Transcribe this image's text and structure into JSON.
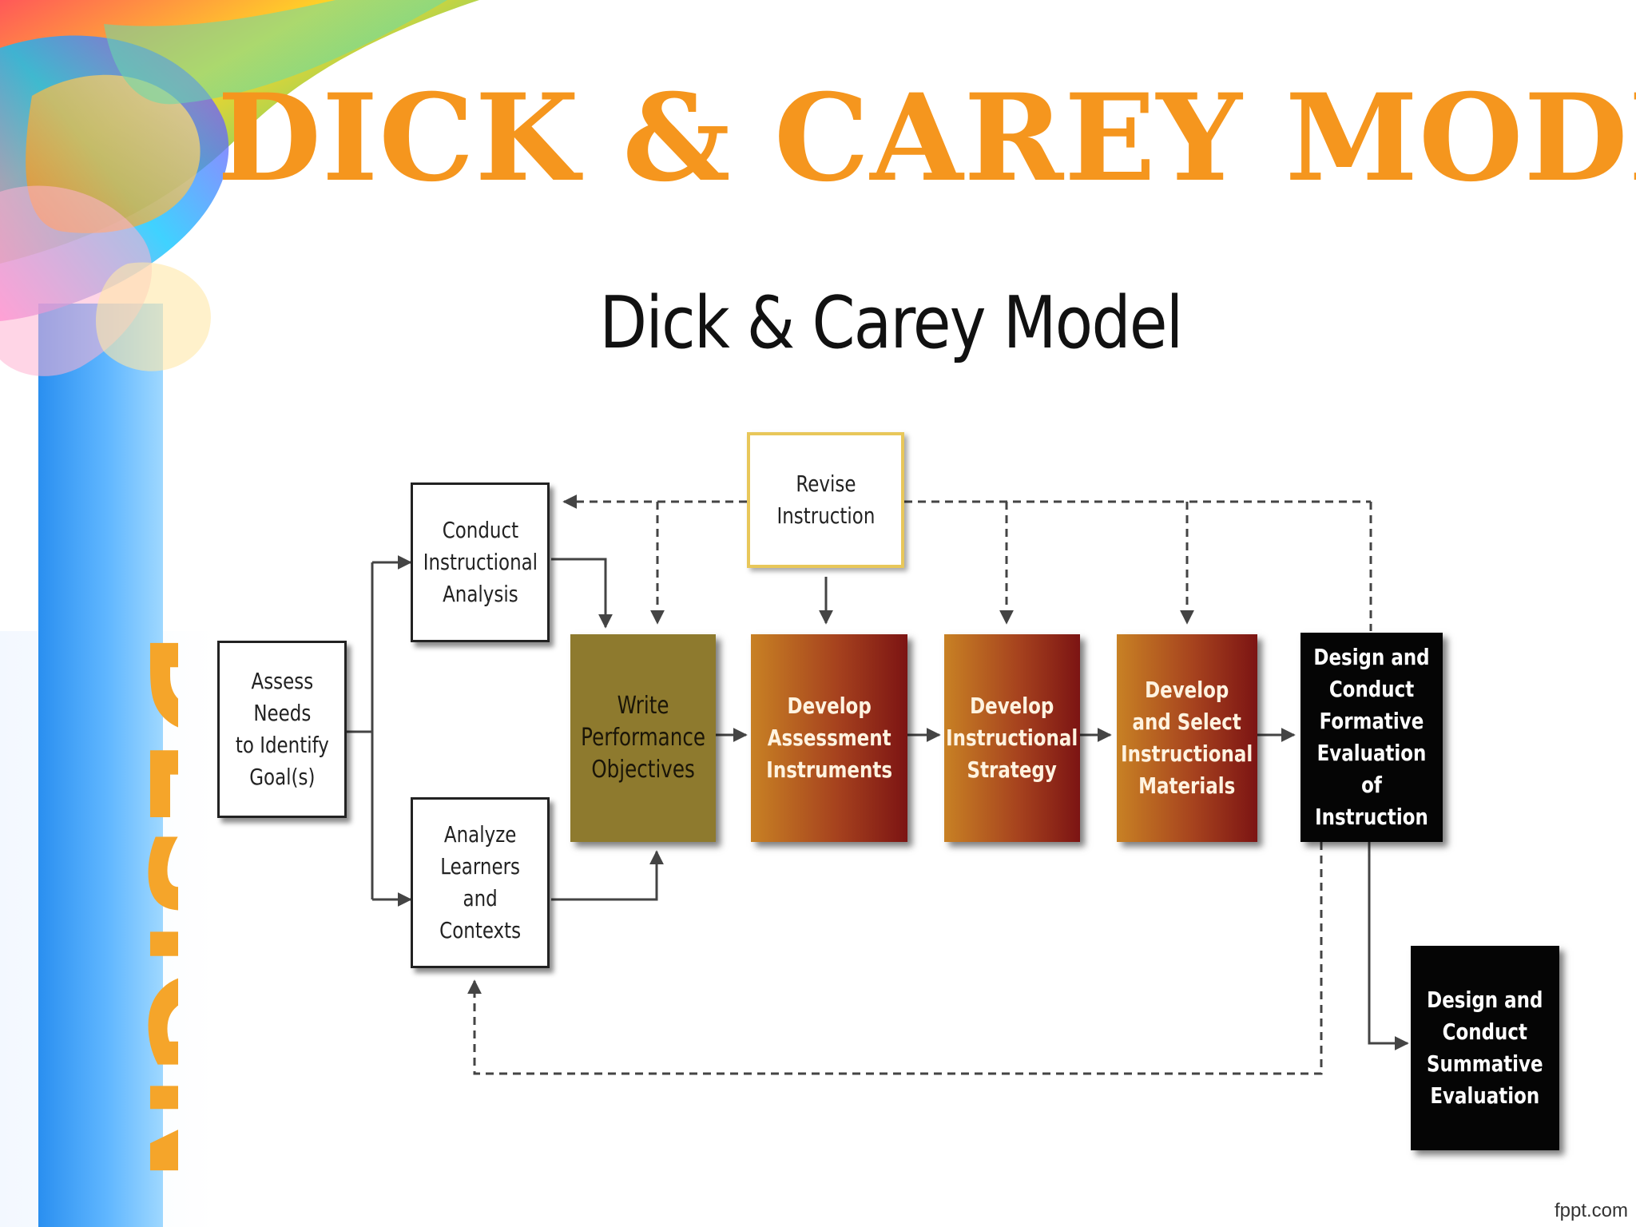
{
  "slide": {
    "title": "DICK & CAREY MODEL",
    "side_label": "DESIGN",
    "watermark": "fppt.com"
  },
  "diagram": {
    "title": "Dick & Carey Model",
    "boxes": {
      "assess": "Assess\nNeeds\nto Identify\nGoal(s)",
      "conduct": "Conduct\nInstructional\nAnalysis",
      "analyze": "Analyze\nLearners\nand\nContexts",
      "revise": "Revise\nInstruction",
      "write": "Write\nPerformance\nObjectives",
      "assessment": "Develop\nAssessment\nInstruments",
      "strategy": "Develop\nInstructional\nStrategy",
      "materials": "Develop\nand Select\nInstructional\nMaterials",
      "formative": "Design and\nConduct\nFormative\nEvaluation of\nInstruction",
      "summative": "Design and\nConduct\nSummative\nEvaluation"
    }
  },
  "colors": {
    "title": "#f5961e",
    "revise_border": "#e8c75a",
    "write_fill": "#8e7a2e",
    "develop_gradient_start": "#c88124",
    "develop_gradient_end": "#7c1413",
    "evaluation_fill": "#050505"
  }
}
